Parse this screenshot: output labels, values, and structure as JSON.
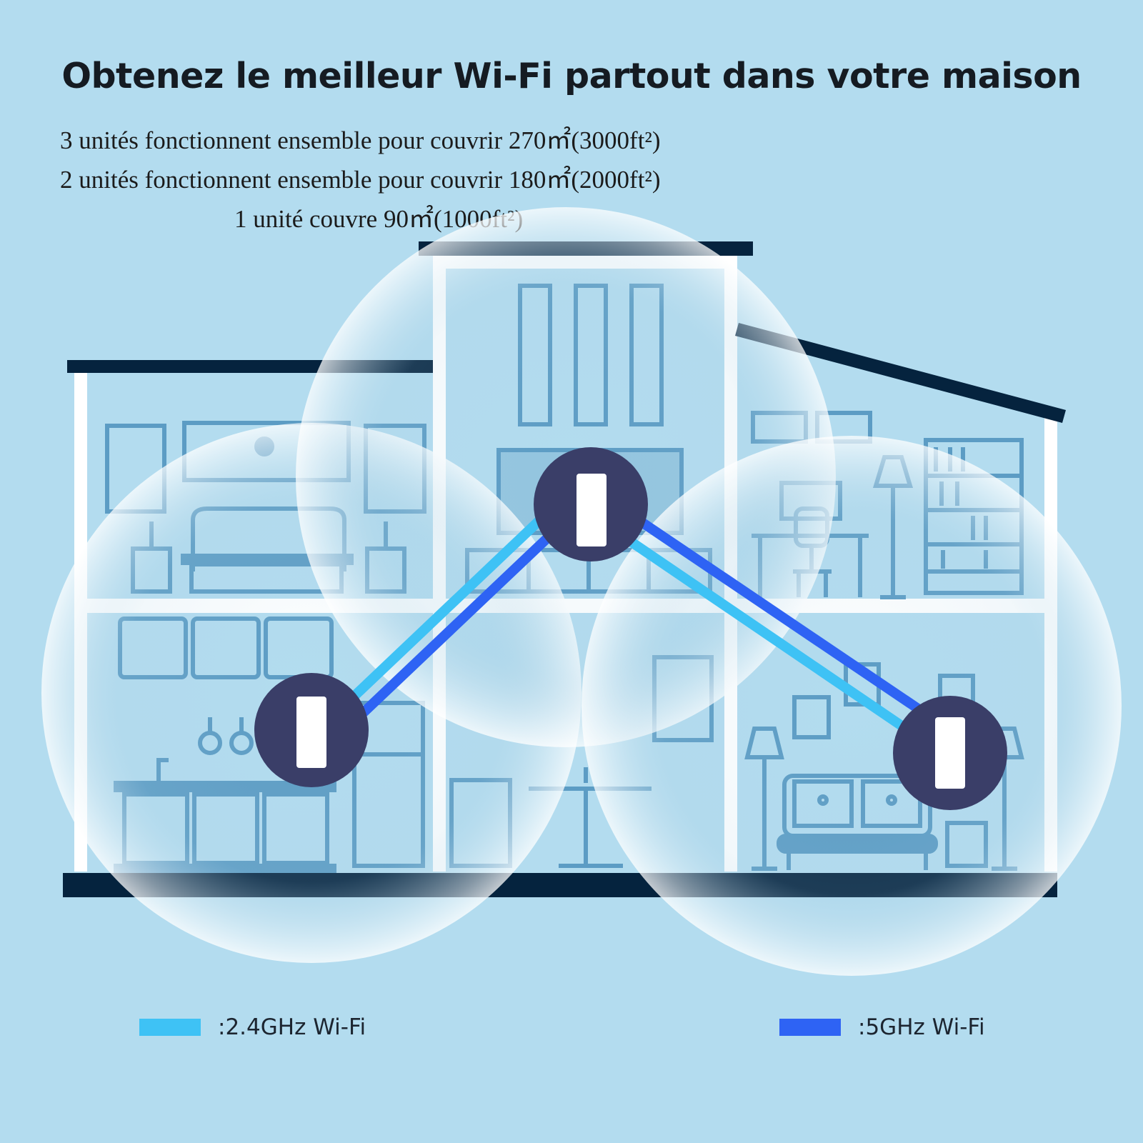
{
  "title": "Obtenez le meilleur Wi-Fi partout dans votre maison",
  "coverage_lines": [
    "3 unités fonctionnent ensemble pour couvrir 270㎡(3000ft²)",
    "2 unités fonctionnent ensemble pour couvrir 180㎡(2000ft²)",
    "1 unité couvre 90㎡(1000ft²)"
  ],
  "legend": [
    {
      "label": ":2.4GHz Wi-Fi",
      "color": "#3ec2f5"
    },
    {
      "label": ":5GHz Wi-Fi",
      "color": "#2e63f4"
    }
  ],
  "colors": {
    "background": "#b3dcef",
    "structure": "#05233e",
    "furniture": "#5c9cc4",
    "node_disc": "#3a3e68",
    "wall": "#ffffff"
  },
  "icons": [
    "mesh-router-icon",
    "wifi-coverage-bubble"
  ]
}
